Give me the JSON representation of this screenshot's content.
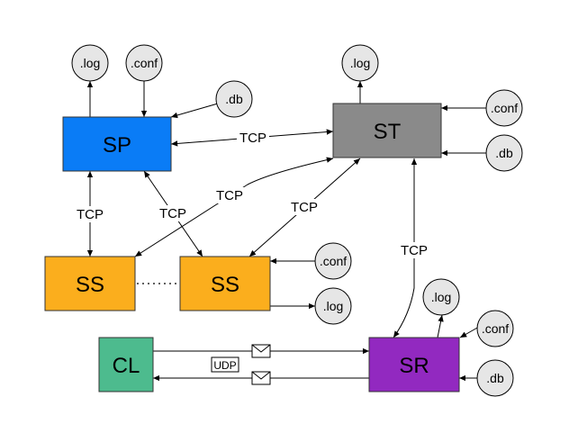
{
  "nodes": {
    "sp": {
      "label": "SP",
      "color": "#0a7cf6"
    },
    "st": {
      "label": "ST",
      "color": "#8a8a8a"
    },
    "ss_left": {
      "label": "SS",
      "color": "#fbae1d"
    },
    "ss_right": {
      "label": "SS",
      "color": "#fbae1d"
    },
    "cl": {
      "label": "CL",
      "color": "#4dbb8e"
    },
    "sr": {
      "label": "SR",
      "color": "#9229c0"
    }
  },
  "files": {
    "sp_log": ".log",
    "sp_conf": ".conf",
    "sp_db": ".db",
    "st_log": ".log",
    "st_conf": ".conf",
    "st_db": ".db",
    "ss_conf": ".conf",
    "ss_log": ".log",
    "sr_log": ".log",
    "sr_conf": ".conf",
    "sr_db": ".db"
  },
  "edges": {
    "sp_st": "TCP",
    "sp_ss_left": "TCP",
    "sp_ss_right": "TCP",
    "st_ss_left": "TCP",
    "st_ss_right": "TCP",
    "st_sr": "TCP",
    "cl_sr": "UDP"
  }
}
